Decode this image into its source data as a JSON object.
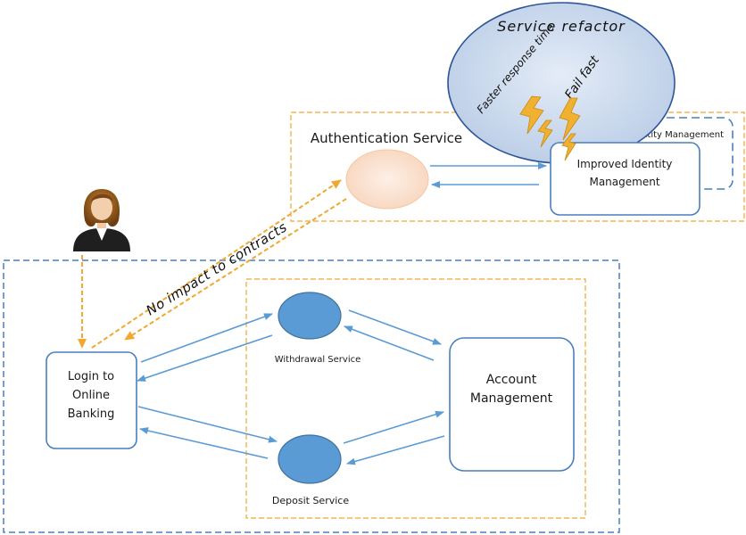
{
  "nodes": {
    "login": {
      "line1": "Login to",
      "line2": "Online",
      "line3": "Banking"
    },
    "account": {
      "line1": "Account",
      "line2": "Management"
    },
    "withdrawal": {
      "label": "Withdrawal Service"
    },
    "deposit": {
      "label": "Deposit Service"
    },
    "authentication": {
      "label": "Authentication Service"
    },
    "improved_identity": {
      "line1": "Improved Identity",
      "line2": "Management"
    },
    "legacy_identity": {
      "label": "Legacy Identity Management"
    }
  },
  "cloud": {
    "title": "Service refactor",
    "note1": "Faster response time",
    "note2": "Fail fast"
  },
  "annotations": {
    "contracts": "No impact to contracts"
  },
  "icons": {
    "user": "user-avatar-icon",
    "lightning": "lightning-bolt-icon"
  },
  "colors": {
    "service_blue": "#5b9bd5",
    "border_blue": "#4a7fbf",
    "accent_orange": "#f0a830",
    "auth_node_fill": "#fce4d6"
  }
}
